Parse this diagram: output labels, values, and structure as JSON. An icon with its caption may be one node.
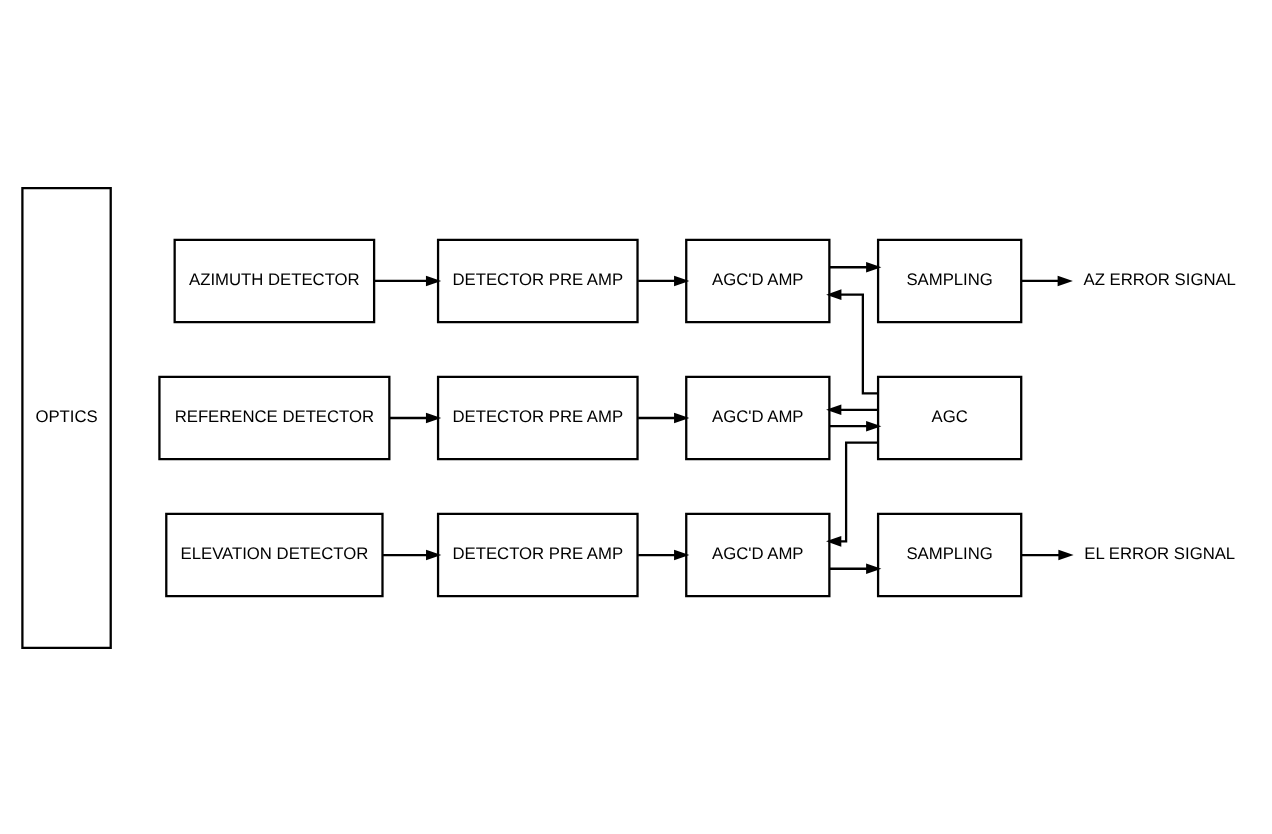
{
  "diagram": {
    "nodes": [
      {
        "text": [
          "OPTICS"
        ]
      },
      {
        "text": [
          "AZIMUTH DETECTOR"
        ]
      },
      {
        "text": [
          "DETECTOR PRE AMP"
        ]
      },
      {
        "text": [
          "AGC'D AMP"
        ]
      },
      {
        "text": [
          "SAMPLING"
        ]
      },
      {
        "text": [
          "AZ ERROR SIGNAL"
        ]
      },
      {
        "text": [
          "REFERENCE DETECTOR"
        ]
      },
      {
        "text": [
          "DETECTOR PRE AMP"
        ]
      },
      {
        "text": [
          "AGC'D AMP"
        ]
      },
      {
        "text": [
          "AGC"
        ]
      },
      {
        "text": [
          "ELEVATION DETECTOR"
        ]
      },
      {
        "text": [
          "DETECTOR PRE AMP"
        ]
      },
      {
        "text": [
          "AGC'D AMP"
        ]
      },
      {
        "text": [
          "SAMPLING"
        ]
      },
      {
        "text": [
          "EL ERROR SIGNAL"
        ]
      }
    ],
    "edges": [
      {
        "from": 1,
        "to": 2,
        "arrow": "to"
      },
      {
        "from": 2,
        "to": 3,
        "arrow": "to"
      },
      {
        "from": 3,
        "to": 4,
        "arrow": "to"
      },
      {
        "from": 4,
        "to": 5,
        "arrow": "to"
      },
      {
        "from": 6,
        "to": 7,
        "arrow": "to"
      },
      {
        "from": 7,
        "to": 8,
        "arrow": "to"
      },
      {
        "from": 8,
        "to": 9,
        "arrow": "to"
      },
      {
        "from": 9,
        "to": 3,
        "arrow": "to"
      },
      {
        "from": 9,
        "to": 8,
        "arrow": "to"
      },
      {
        "from": 9,
        "to": 12,
        "arrow": "to"
      },
      {
        "from": 10,
        "to": 11,
        "arrow": "to"
      },
      {
        "from": 11,
        "to": 12,
        "arrow": "to"
      },
      {
        "from": 12,
        "to": 13,
        "arrow": "to"
      },
      {
        "from": 13,
        "to": 14,
        "arrow": "to"
      }
    ]
  }
}
